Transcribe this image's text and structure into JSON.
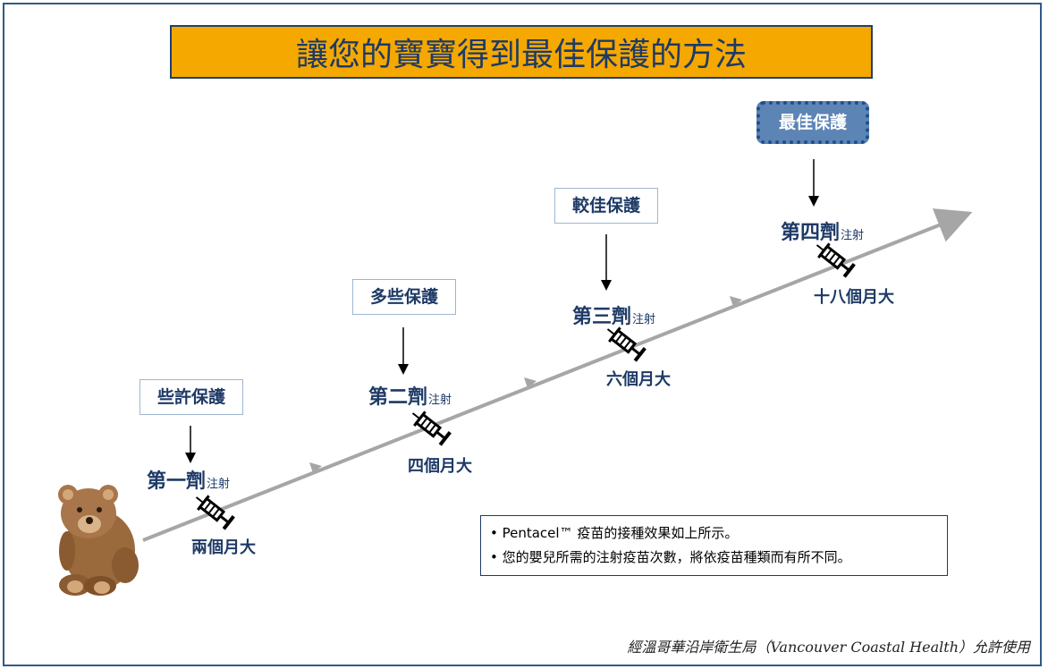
{
  "title": "讓您的寶寶得到最佳保護的方法",
  "protection_labels": [
    "些許保護",
    "多些保護",
    "較佳保護",
    "最佳保護"
  ],
  "doses": [
    {
      "dose": "第一劑",
      "suffix": "注射",
      "age": "兩個月大"
    },
    {
      "dose": "第二劑",
      "suffix": "注射",
      "age": "四個月大"
    },
    {
      "dose": "第三劑",
      "suffix": "注射",
      "age": "六個月大"
    },
    {
      "dose": "第四劑",
      "suffix": "注射",
      "age": "十八個月大"
    }
  ],
  "info_notes": [
    "• Pentacel™ 疫苗的接種效果如上所示。",
    "• 您的嬰兒所需的注射疫苗次數，將依疫苗種類而有所不同。"
  ],
  "credit": "經溫哥華沿岸衛生局（Vancouver Coastal Health）允許使用",
  "colors": {
    "title_bg": "#f5a800",
    "text": "#1e3a66",
    "best_bg": "#5c84b5",
    "arrow": "#a6a6a6"
  }
}
